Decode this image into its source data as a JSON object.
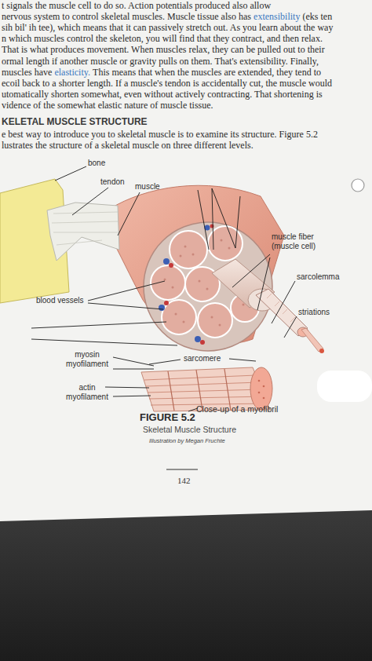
{
  "diagram": {
    "caption": "Skeletal Muscle Structure",
    "labels": [
      "t signals the muscle cell to do so. Action potentials produced",
      "also allow",
      "nervous system to control skeletal muscles. Muscle tissue also has",
      "extensibility",
      "(eks ten",
      "sih bil' ih tee), which means that it can passively stretch out. As you learn about the way",
      "n which muscles control the skeleton, you will find that they contract, and then relax.",
      "That is what produces movement. When muscles relax, they can be pulled out to their",
      "ormal length if another muscle or gravity pulls on them. That's extensibility. Finally,",
      "muscles have",
      "elasticity.",
      "This means that when the muscles are extended, they tend to",
      "ecoil back to a shorter length. If a muscle's tendon is accidentally cut, the muscle would",
      "utomatically shorten somewhat, even without actively contracting. That shortening is",
      "vidence of the somewhat elastic nature of muscle tissue.",
      "KELETAL MUSCLE STRUCTURE",
      "e best way to introduce you to skeletal muscle is to examine its structure. Figure 5.2",
      "lustrates the structure of a skeletal muscle on three different levels.",
      "bone",
      "tendon",
      "muscle",
      "muscle fiber (muscle cell)",
      "sarcolemma",
      "blood vessels",
      "striations",
      "myosin myofilament",
      "sarcomere",
      "actin myofilament",
      "Close-up of a myofibril",
      "FIGURE 5.2",
      "Illustration by Megan Fruchte",
      "142"
    ]
  }
}
